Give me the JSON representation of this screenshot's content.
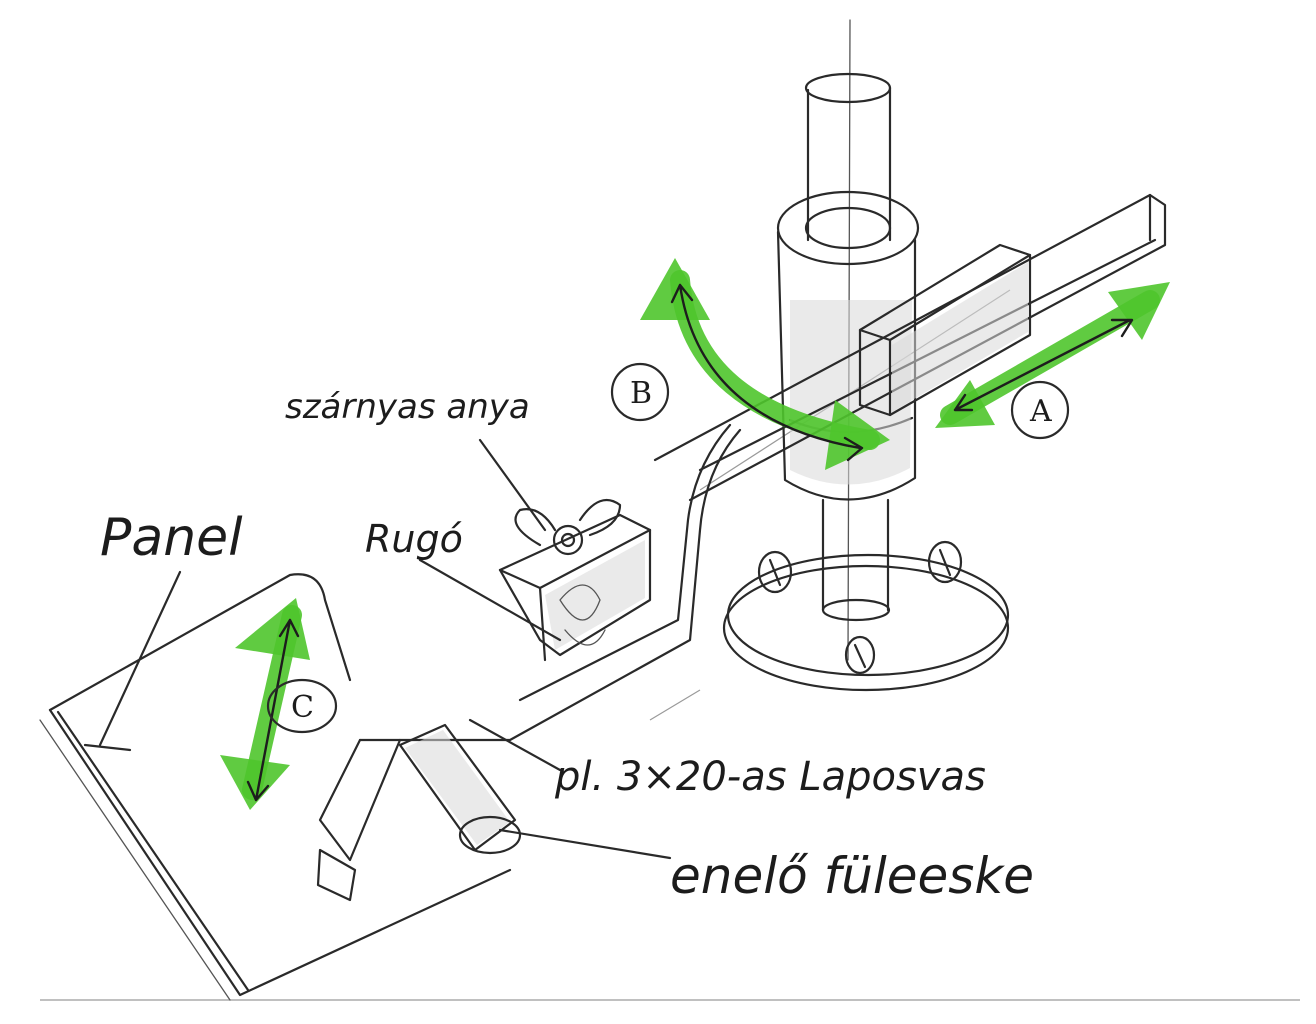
{
  "labels": {
    "panel": "Panel",
    "wing_nut": "szárnyas anya",
    "spring": "Rugó",
    "flat_bar": "pl. 3×20-as Laposvas",
    "front_holder": "enelő füleeske"
  },
  "motion_markers": {
    "a": "A",
    "b": "B",
    "c": "C"
  },
  "colors": {
    "highlighter": "#4fc52c",
    "pencil": "#2a2a2a"
  }
}
